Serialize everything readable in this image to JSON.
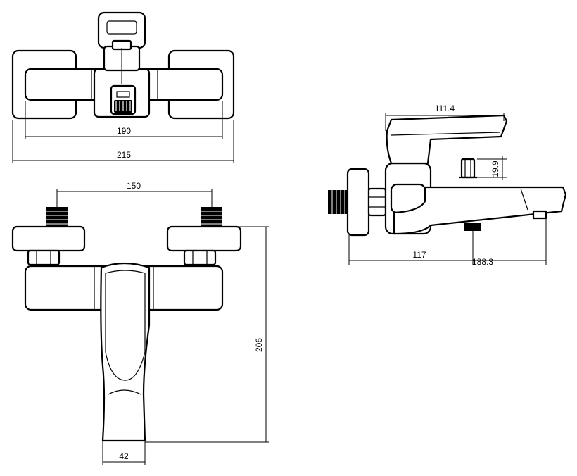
{
  "dimensions": {
    "top_view_inner_width": "190",
    "top_view_outer_width": "215",
    "front_view_inlet_spacing": "150",
    "front_view_height": "206",
    "front_view_spout_width": "42",
    "side_view_top_length": "111.4",
    "side_view_diverter_height": "19.9",
    "side_view_outlet_offset": "117",
    "side_view_spout_reach": "188.3"
  }
}
